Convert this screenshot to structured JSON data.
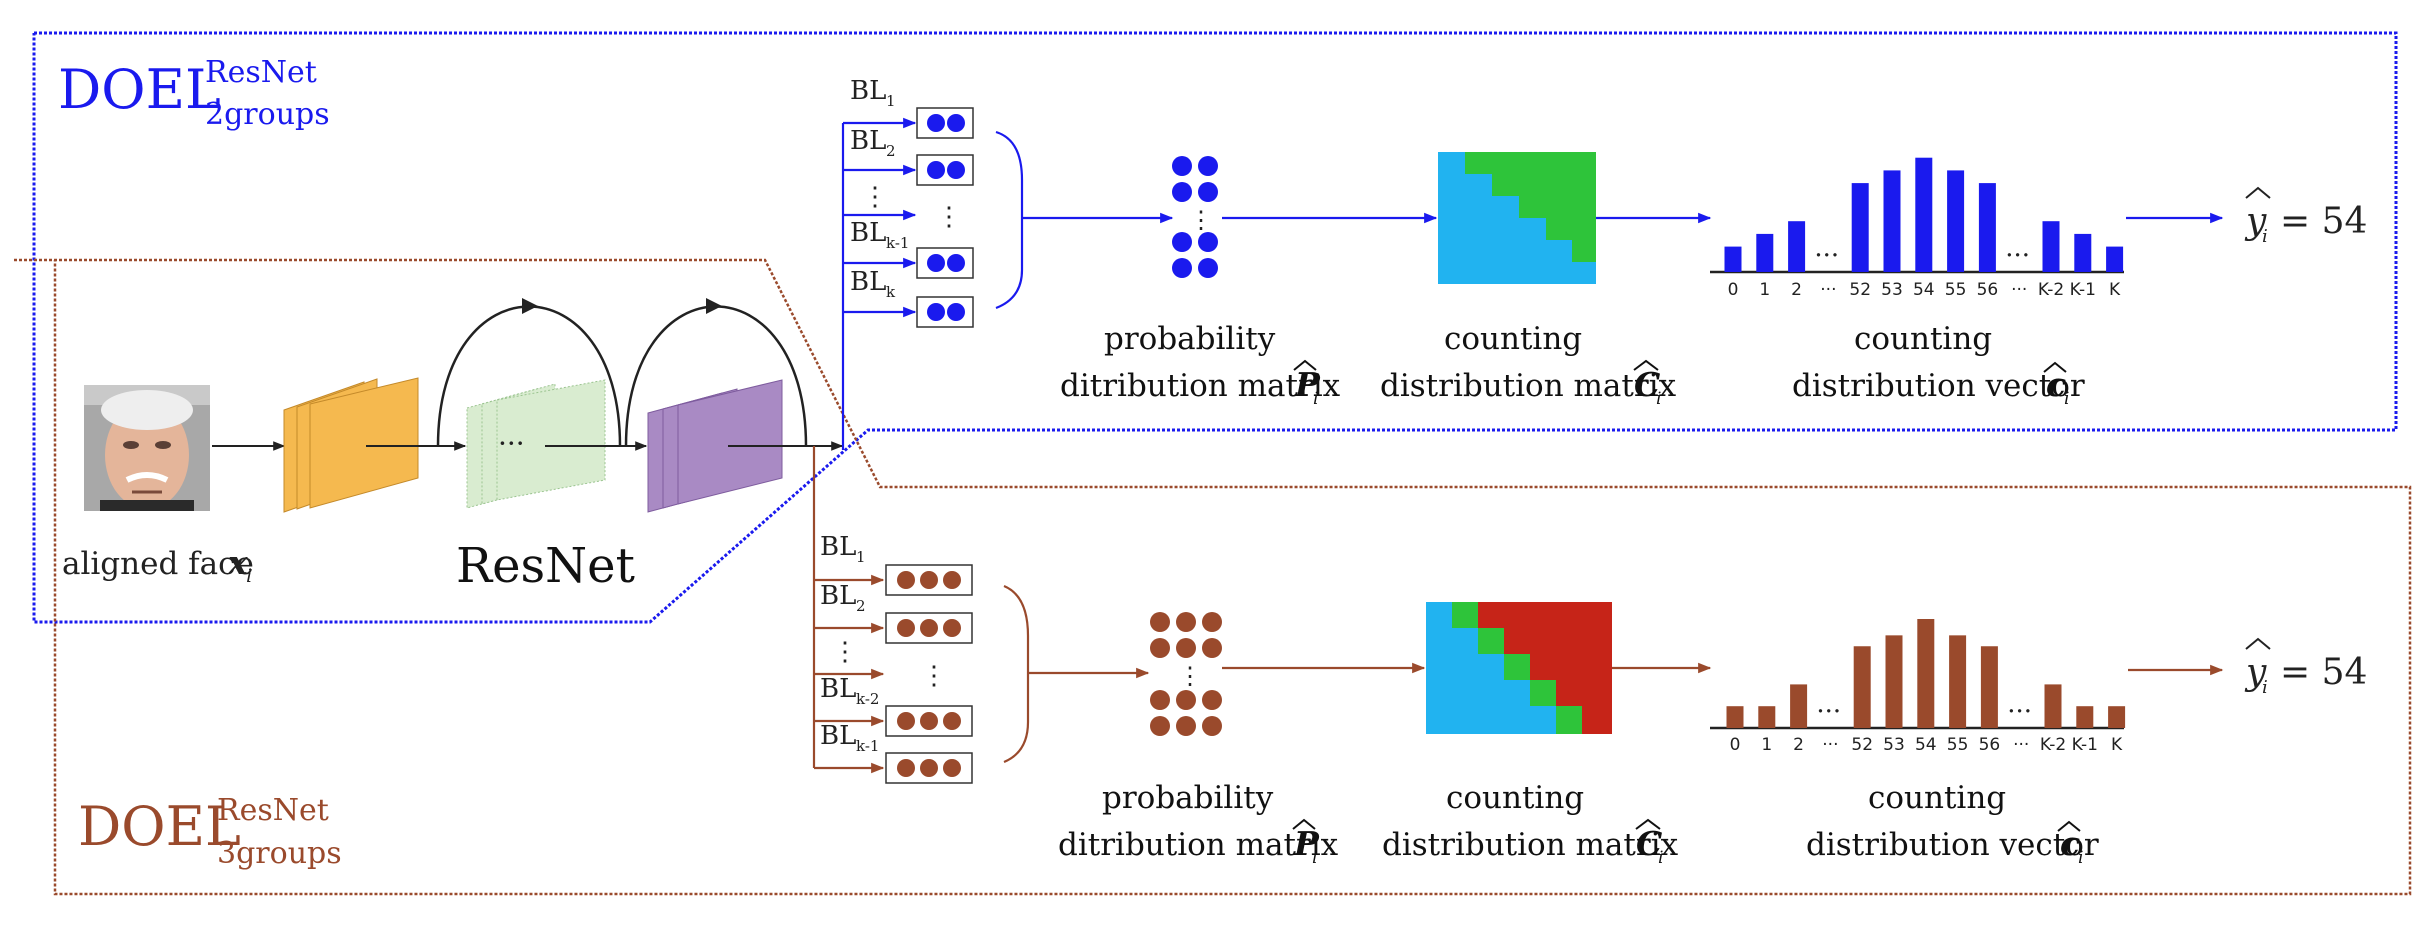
{
  "colors": {
    "blue": "#1a1aee",
    "brown": "#9a4a2c",
    "dot_brown": "#9a4a2c",
    "orange": "#f5b94f",
    "light_green": "#d9ecd0",
    "purple": "#a98ac4",
    "cyan": "#21b3f0",
    "green": "#2ec43a",
    "red": "#c62418",
    "black": "#222222"
  },
  "top_group": {
    "label_main": "DOEL",
    "label_sup": "ResNet",
    "label_sub": "2groups",
    "branches": [
      "BL",
      "BL",
      "⋮",
      "BL",
      "BL"
    ],
    "branch_subs": [
      "1",
      "2",
      "",
      "k-1",
      "k"
    ],
    "prob_label_1": "probability",
    "prob_label_2": "ditribution matrix",
    "prob_symbol": "P",
    "count_matrix_label_1": "counting",
    "count_matrix_label_2": "distribution matrix",
    "count_matrix_symbol": "C",
    "count_vector_label_1": "counting",
    "count_vector_label_2": "distribution vector",
    "count_vector_symbol": "c",
    "output_symbol": "y",
    "output_value": "= 54",
    "ticks": [
      "0",
      "1",
      "2",
      "···",
      "52",
      "53",
      "54",
      "55",
      "56",
      "···",
      "K-2",
      "K-1",
      "K"
    ]
  },
  "bottom_group": {
    "label_main": "DOEL",
    "label_sup": "ResNet",
    "label_sub": "3groups",
    "branches": [
      "BL",
      "BL",
      "⋮",
      "BL",
      "BL"
    ],
    "branch_subs": [
      "1",
      "2",
      "",
      "k-2",
      "k-1"
    ],
    "prob_label_1": "probability",
    "prob_label_2": "ditribution matrix",
    "prob_symbol": "P",
    "count_matrix_label_1": "counting",
    "count_matrix_label_2": "distribution matrix",
    "count_matrix_symbol": "C",
    "count_vector_label_1": "counting",
    "count_vector_label_2": "distribution vector",
    "count_vector_symbol": "c",
    "output_symbol": "y",
    "output_value": "= 54",
    "ticks": [
      "0",
      "1",
      "2",
      "···",
      "52",
      "53",
      "54",
      "55",
      "56",
      "···",
      "K-2",
      "K-1",
      "K"
    ]
  },
  "shared": {
    "input_label": "aligned face",
    "input_symbol": "x",
    "input_symbol_sub": "i",
    "symbol_sub": "i",
    "backbone_label": "ResNet",
    "ellipsis": "···"
  },
  "chart_data": [
    {
      "type": "bar",
      "categories": [
        "0",
        "1",
        "2",
        "52",
        "53",
        "54",
        "55",
        "56",
        "K-2",
        "K-1",
        "K"
      ],
      "values": [
        2,
        3,
        4,
        7,
        8,
        9,
        8,
        7,
        4,
        3,
        2
      ]
    },
    {
      "type": "bar",
      "categories": [
        "0",
        "1",
        "2",
        "52",
        "53",
        "54",
        "55",
        "56",
        "K-2",
        "K-1",
        "K"
      ],
      "values": [
        2,
        2,
        4,
        7.5,
        8.5,
        10,
        8.5,
        7.5,
        4,
        2,
        2
      ]
    }
  ]
}
